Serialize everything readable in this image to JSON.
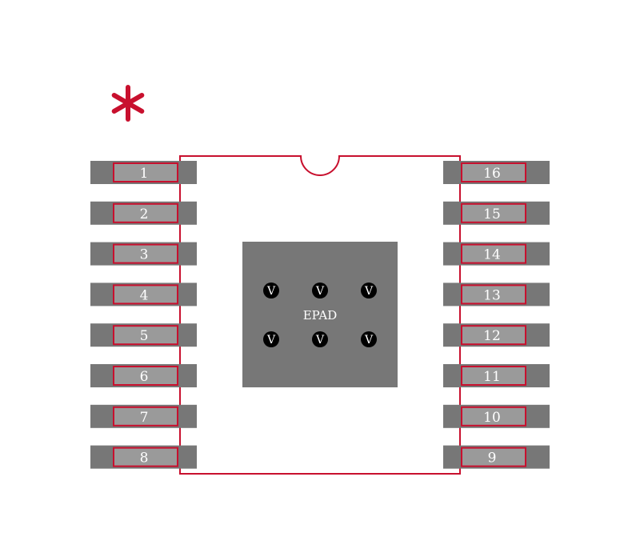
{
  "colors": {
    "body_outline": "#c8102e",
    "pad_fill": "#777777",
    "pin_inner_fill": "#9a9a9a",
    "via_fill": "#000000",
    "label_text": "#ffffff",
    "asterisk": "#c8102e"
  },
  "pin1_marker": "*",
  "epad": {
    "label": "EPAD",
    "via_label": "V"
  },
  "left_pins": [
    "1",
    "2",
    "3",
    "4",
    "5",
    "6",
    "7",
    "8"
  ],
  "right_pins": [
    "16",
    "15",
    "14",
    "13",
    "12",
    "11",
    "10",
    "9"
  ]
}
